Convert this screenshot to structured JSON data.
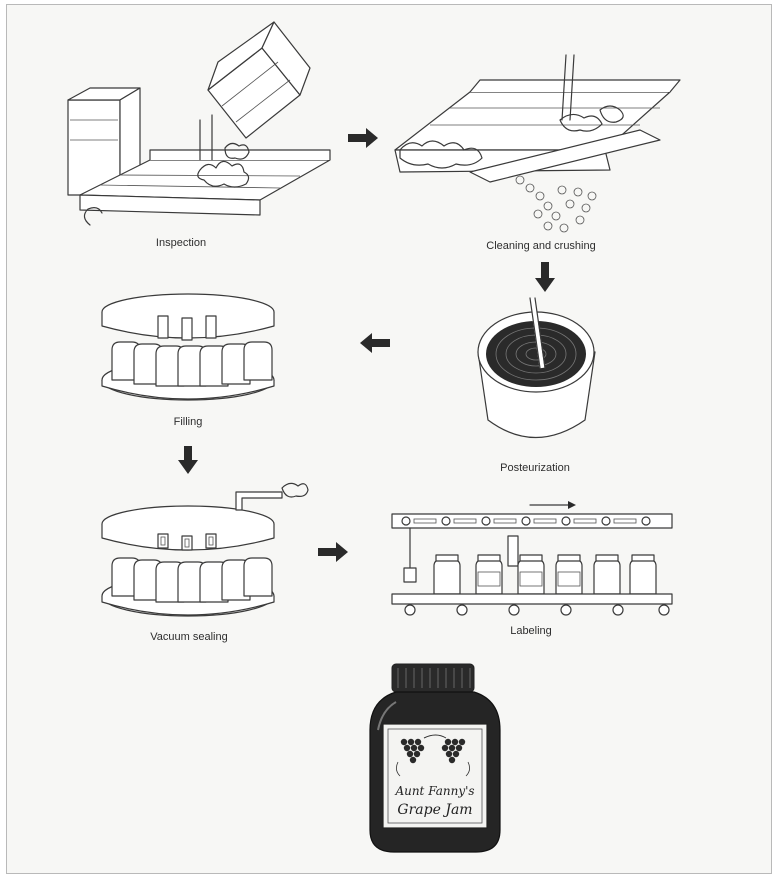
{
  "steps": [
    {
      "label": "Inspection"
    },
    {
      "label": "Cleaning and crushing"
    },
    {
      "label": "Posteurization"
    },
    {
      "label": "Filling"
    },
    {
      "label": "Vacuum sealing"
    },
    {
      "label": "Labeling"
    }
  ],
  "jar_label": {
    "line1": "Aunt Fanny's",
    "line2": "Grape Jam"
  },
  "arrow_fill": "#2a2a2a",
  "ink_color": "#3a3a3a"
}
